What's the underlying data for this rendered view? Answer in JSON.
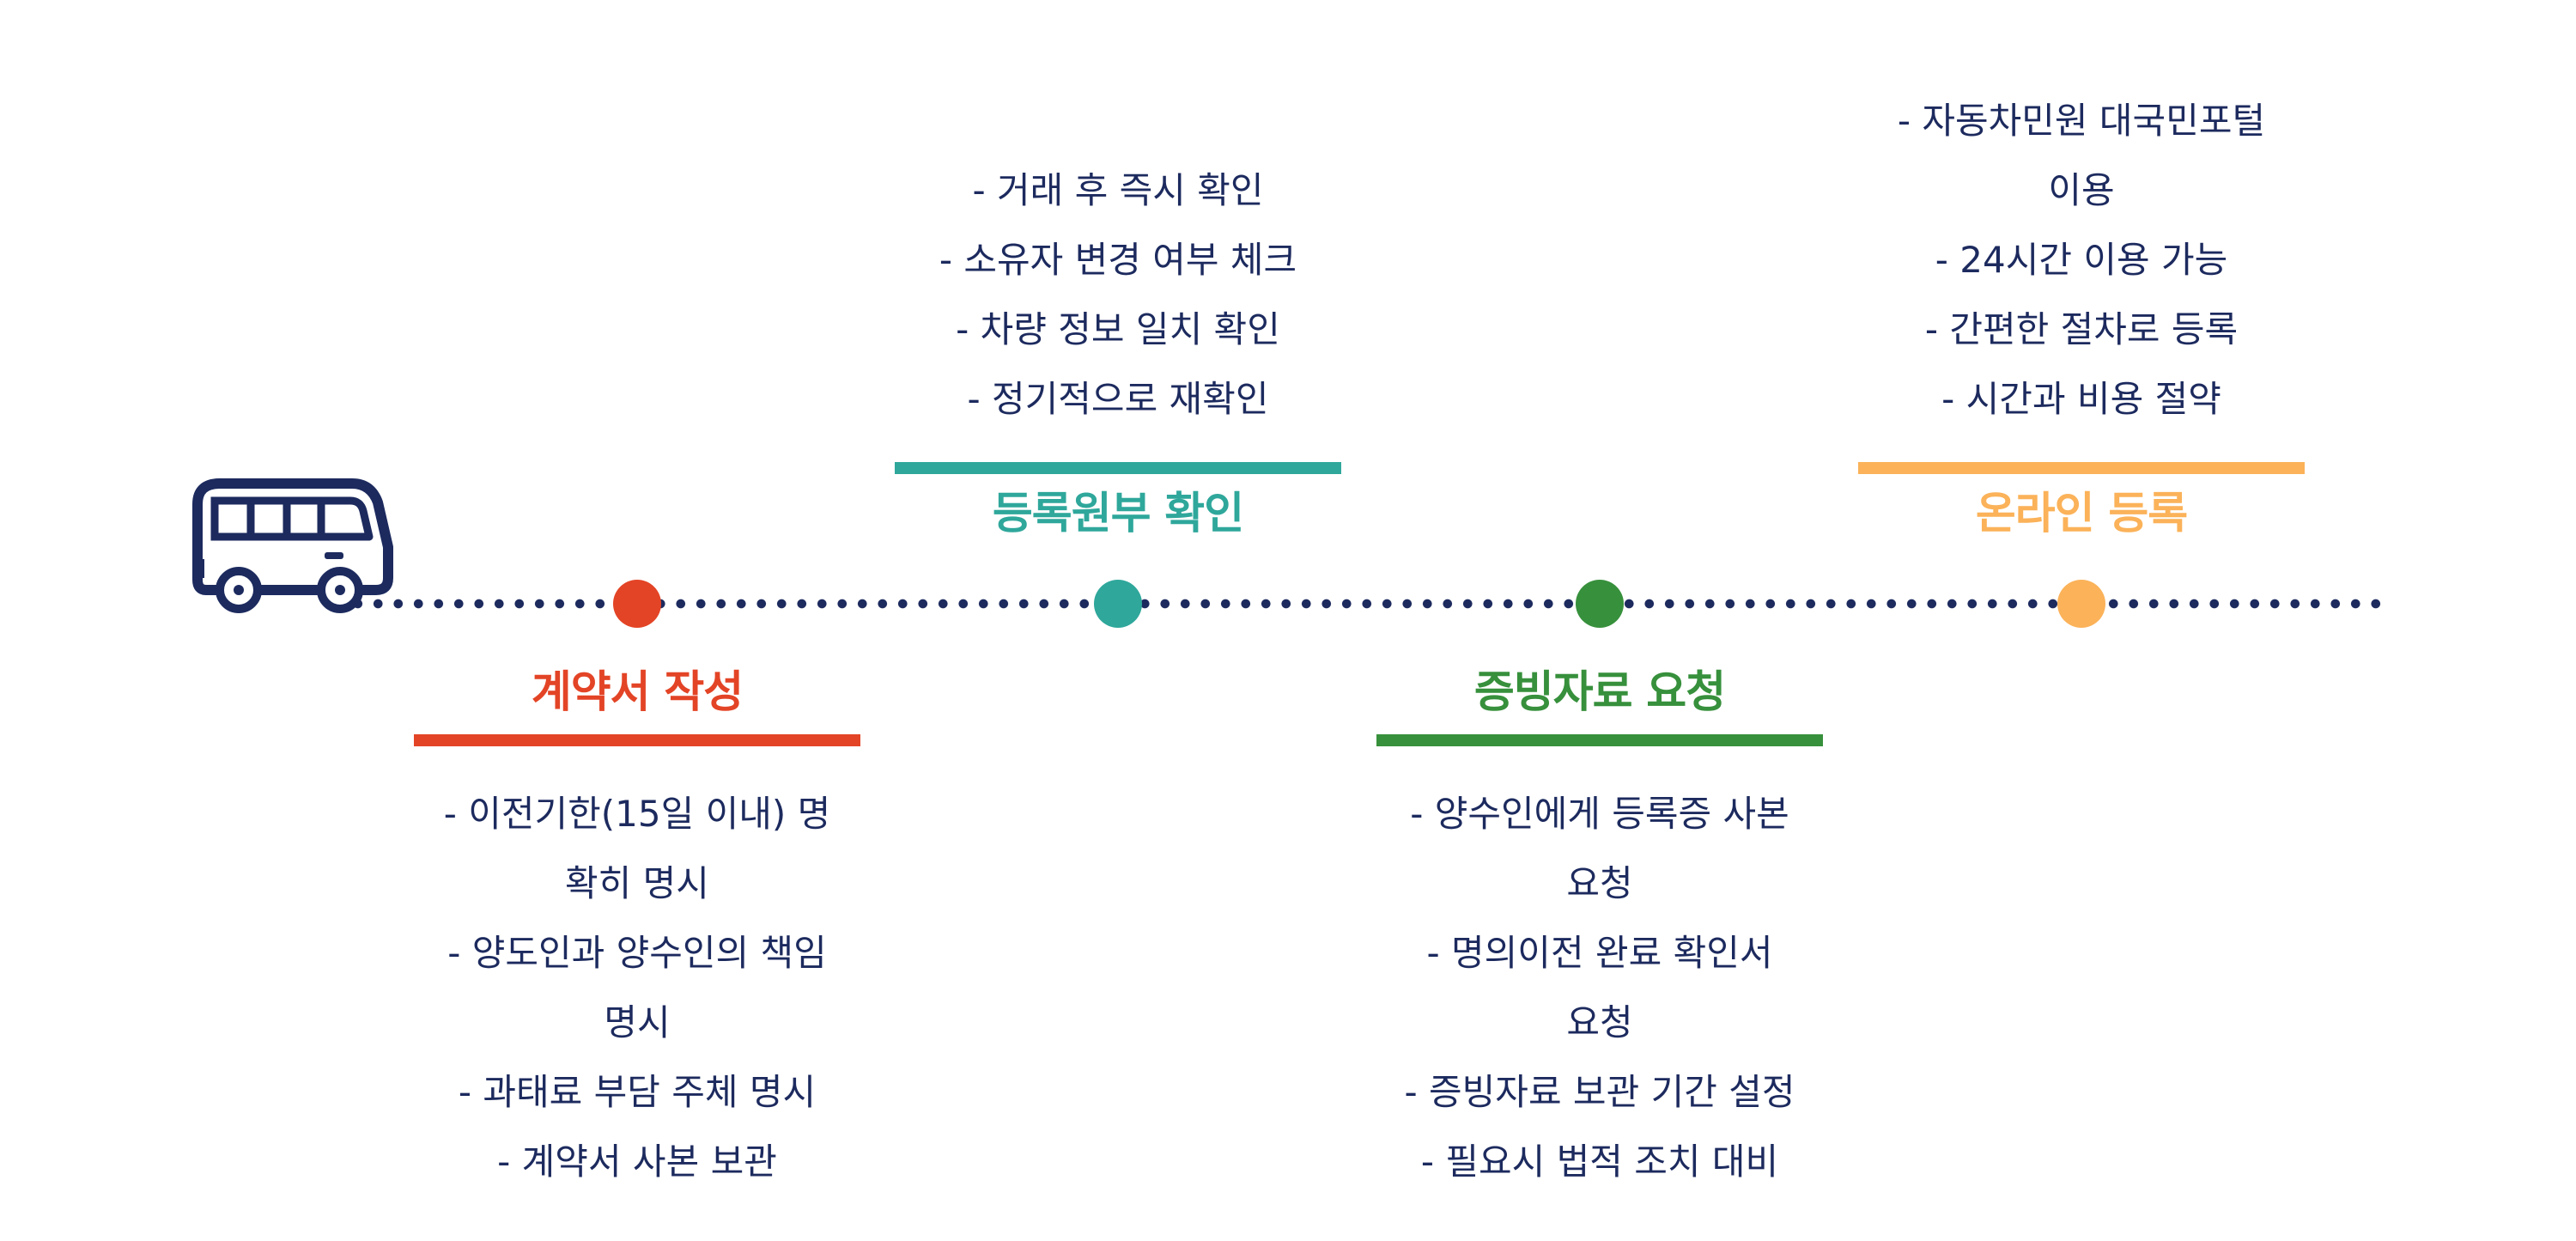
{
  "colors": {
    "navy": "#1c2a5e",
    "step1": "#e34426",
    "step2": "#2fa79b",
    "step3": "#37903c",
    "step4": "#fbb259"
  },
  "icons": {
    "start": "bus-icon"
  },
  "steps": [
    {
      "title": "계약서 작성",
      "color": "#e34426",
      "lines": [
        "- 이전기한(15일 이내) 명",
        "확히 명시",
        "- 양도인과 양수인의 책임",
        "명시",
        "- 과태료 부담 주체 명시",
        "- 계약서 사본 보관"
      ]
    },
    {
      "title": "등록원부 확인",
      "color": "#2fa79b",
      "lines": [
        "- 거래 후 즉시 확인",
        "- 소유자 변경 여부 체크",
        "- 차량 정보 일치 확인",
        "- 정기적으로 재확인"
      ]
    },
    {
      "title": "증빙자료 요청",
      "color": "#37903c",
      "lines": [
        "- 양수인에게 등록증 사본",
        "요청",
        "- 명의이전 완료 확인서",
        "요청",
        "- 증빙자료 보관 기간 설정",
        "- 필요시 법적 조치 대비"
      ]
    },
    {
      "title": "온라인 등록",
      "color": "#fbb259",
      "lines": [
        "- 자동차민원 대국민포털",
        "이용",
        "- 24시간 이용 가능",
        "- 간편한 절차로 등록",
        "- 시간과 비용 절약"
      ]
    }
  ]
}
